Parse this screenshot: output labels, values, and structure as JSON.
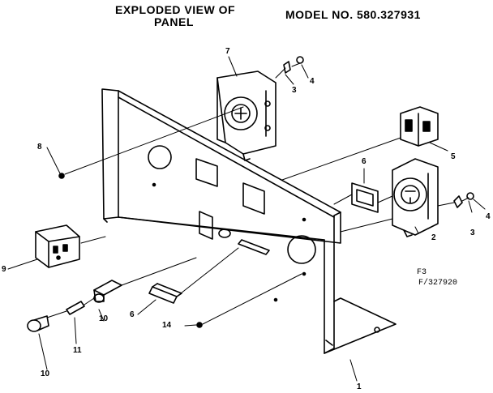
{
  "header": {
    "title_line1": "EXPLODED VIEW OF",
    "title_line2": "PANEL",
    "model": "MODEL NO. 580.327931"
  },
  "callouts": {
    "c1": "1",
    "c2": "2",
    "c3a": "3",
    "c3b": "3",
    "c4a": "4",
    "c4b": "4",
    "c5": "5",
    "c6a": "6",
    "c6b": "6",
    "c7": "7",
    "c8": "8",
    "c9": "9",
    "c10a": "10",
    "c10b": "10",
    "c11": "11",
    "c14": "14"
  },
  "notes": {
    "f3": "F3",
    "ref": "F/327920"
  }
}
